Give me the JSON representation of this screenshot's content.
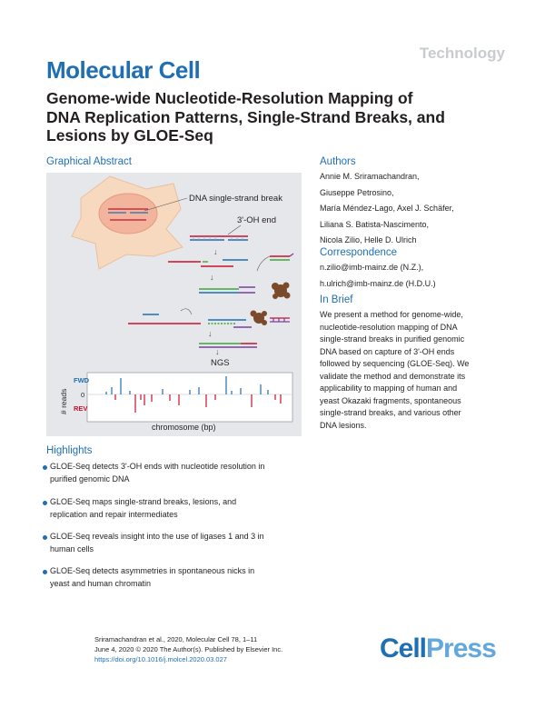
{
  "header": {
    "section_tag": "Technology",
    "journal": "Molecular Cell"
  },
  "article": {
    "title_lines": [
      "Genome-wide Nucleotide-Resolution Mapping of",
      "DNA Replication Patterns, Single-Strand Breaks, and",
      "Lesions by GLOE-Seq"
    ]
  },
  "graphical_abstract": {
    "heading": "Graphical Abstract",
    "label_break": "DNA single-strand break",
    "label_oh": "3'-OH end",
    "label_ngs": "NGS",
    "legend_fwd": "FWD",
    "legend_zero": "0",
    "legend_rev": "REV",
    "axis_y": "# reads",
    "axis_x": "chromosome (bp)",
    "colors": {
      "background": "#e6e7eb",
      "cell": "#f7d9bf",
      "nucleus": "#f2b49c",
      "strand_red": "#c8102e",
      "strand_blue": "#1f6fb2",
      "strand_green": "#3aaa35",
      "strand_purple": "#7b3f9e",
      "enzyme": "#7a4a2a"
    }
  },
  "authors": {
    "heading": "Authors",
    "lines": [
      "Annie M. Sriramachandran,",
      "Giuseppe Petrosino,",
      "María Méndez-Lago, Axel J. Schäfer,",
      "Liliana S. Batista-Nascimento,",
      "Nicola Zilio, Helle D. Ulrich"
    ]
  },
  "correspondence": {
    "heading": "Correspondence",
    "lines": [
      "n.zilio@imb-mainz.de (N.Z.),",
      "h.ulrich@imb-mainz.de (H.D.U.)"
    ]
  },
  "in_brief": {
    "heading": "In Brief",
    "lines": [
      "We present a method for genome-wide,",
      "nucleotide-resolution mapping of DNA",
      "single-strand breaks in purified genomic",
      "DNA based on capture of 3'-OH ends",
      "followed by sequencing (GLOE-Seq). We",
      "validate the method and demonstrate its",
      "applicability to mapping of human and",
      "yeast Okazaki fragments, spontaneous",
      "single-strand breaks, and various other",
      "DNA lesions."
    ]
  },
  "highlights": {
    "heading": "Highlights",
    "items": [
      {
        "line1": "GLOE-Seq detects 3'-OH ends with nucleotide resolution in",
        "line2": "purified genomic DNA"
      },
      {
        "line1": "GLOE-Seq maps single-strand breaks, lesions, and",
        "line2": "replication and repair intermediates"
      },
      {
        "line1": "GLOE-Seq reveals insight into the use of ligases 1 and 3 in",
        "line2": "human cells"
      },
      {
        "line1": "GLOE-Seq detects asymmetries in spontaneous nicks in",
        "line2": "yeast and human chromatin"
      }
    ]
  },
  "footer": {
    "citation_line1": "Sriramachandran et al., 2020, Molecular Cell 78, 1–11",
    "citation_line2": "June 4, 2020 © 2020 The Author(s). Published by Elsevier Inc.",
    "doi": "https://doi.org/10.1016/j.molcel.2020.03.027",
    "publisher_logo_part1": "Cell",
    "publisher_logo_part2": "Press"
  }
}
